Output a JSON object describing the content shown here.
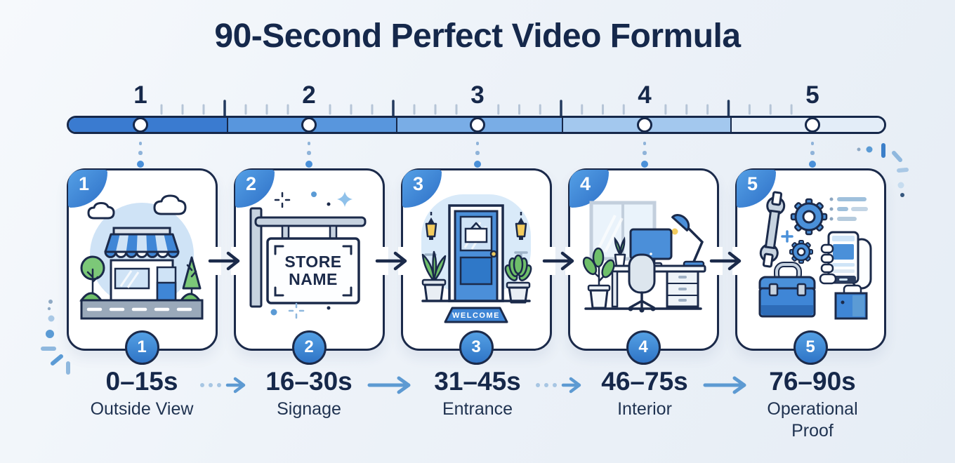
{
  "title": "90-Second Perfect Video Formula",
  "timeline": {
    "markers": [
      "1",
      "2",
      "3",
      "4",
      "5"
    ]
  },
  "steps": [
    {
      "number": "1",
      "time": "0–15s",
      "label": "Outside View",
      "icon": "storefront-illustration"
    },
    {
      "number": "2",
      "time": "16–30s",
      "label": "Signage",
      "icon": "store-sign-illustration",
      "sign_line1": "STORE",
      "sign_line2": "NAME"
    },
    {
      "number": "3",
      "time": "31–45s",
      "label": "Entrance",
      "icon": "entrance-door-illustration",
      "mat_text": "WELCOME"
    },
    {
      "number": "4",
      "time": "46–75s",
      "label": "Interior",
      "icon": "office-interior-illustration"
    },
    {
      "number": "5",
      "time": "76–90s",
      "label": "Operational Proof",
      "icon": "tools-and-phone-illustration"
    }
  ],
  "connectors": [
    "dotted",
    "solid",
    "dotted",
    "solid"
  ],
  "colors": {
    "navy_outline": "#1b2a4a",
    "primary_blue": "#4a90d9",
    "arrow_blue": "#5d9ad2",
    "segments": [
      "#3a7bd0",
      "#5896dd",
      "#79ade6",
      "#a3c8ee",
      "#e3edf8"
    ]
  }
}
